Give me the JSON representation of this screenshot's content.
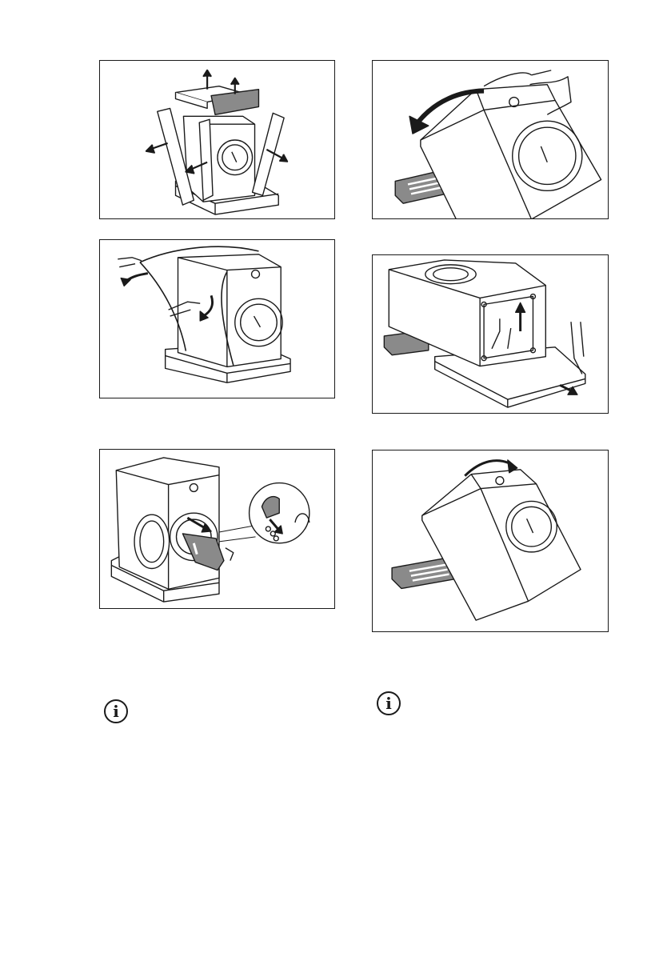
{
  "page": {
    "background": "#ffffff",
    "line_color": "#1a1a1a",
    "accent_gray": "#8a8a8a"
  },
  "figures": [
    {
      "id": "remove-top-and-corners",
      "icon": "washer-unpack-icon"
    },
    {
      "id": "tilt-machine-back",
      "icon": "washer-tilt-icon"
    },
    {
      "id": "remove-plastic-cover",
      "icon": "washer-cover-icon"
    },
    {
      "id": "remove-bottom-protection",
      "icon": "washer-base-icon"
    },
    {
      "id": "remove-transit-bolts-bag",
      "icon": "washer-door-icon"
    },
    {
      "id": "put-machine-upright",
      "icon": "washer-upright-icon"
    }
  ],
  "notes": [
    {
      "icon": "info-icon",
      "glyph": "i"
    },
    {
      "icon": "info-icon",
      "glyph": "i"
    }
  ]
}
